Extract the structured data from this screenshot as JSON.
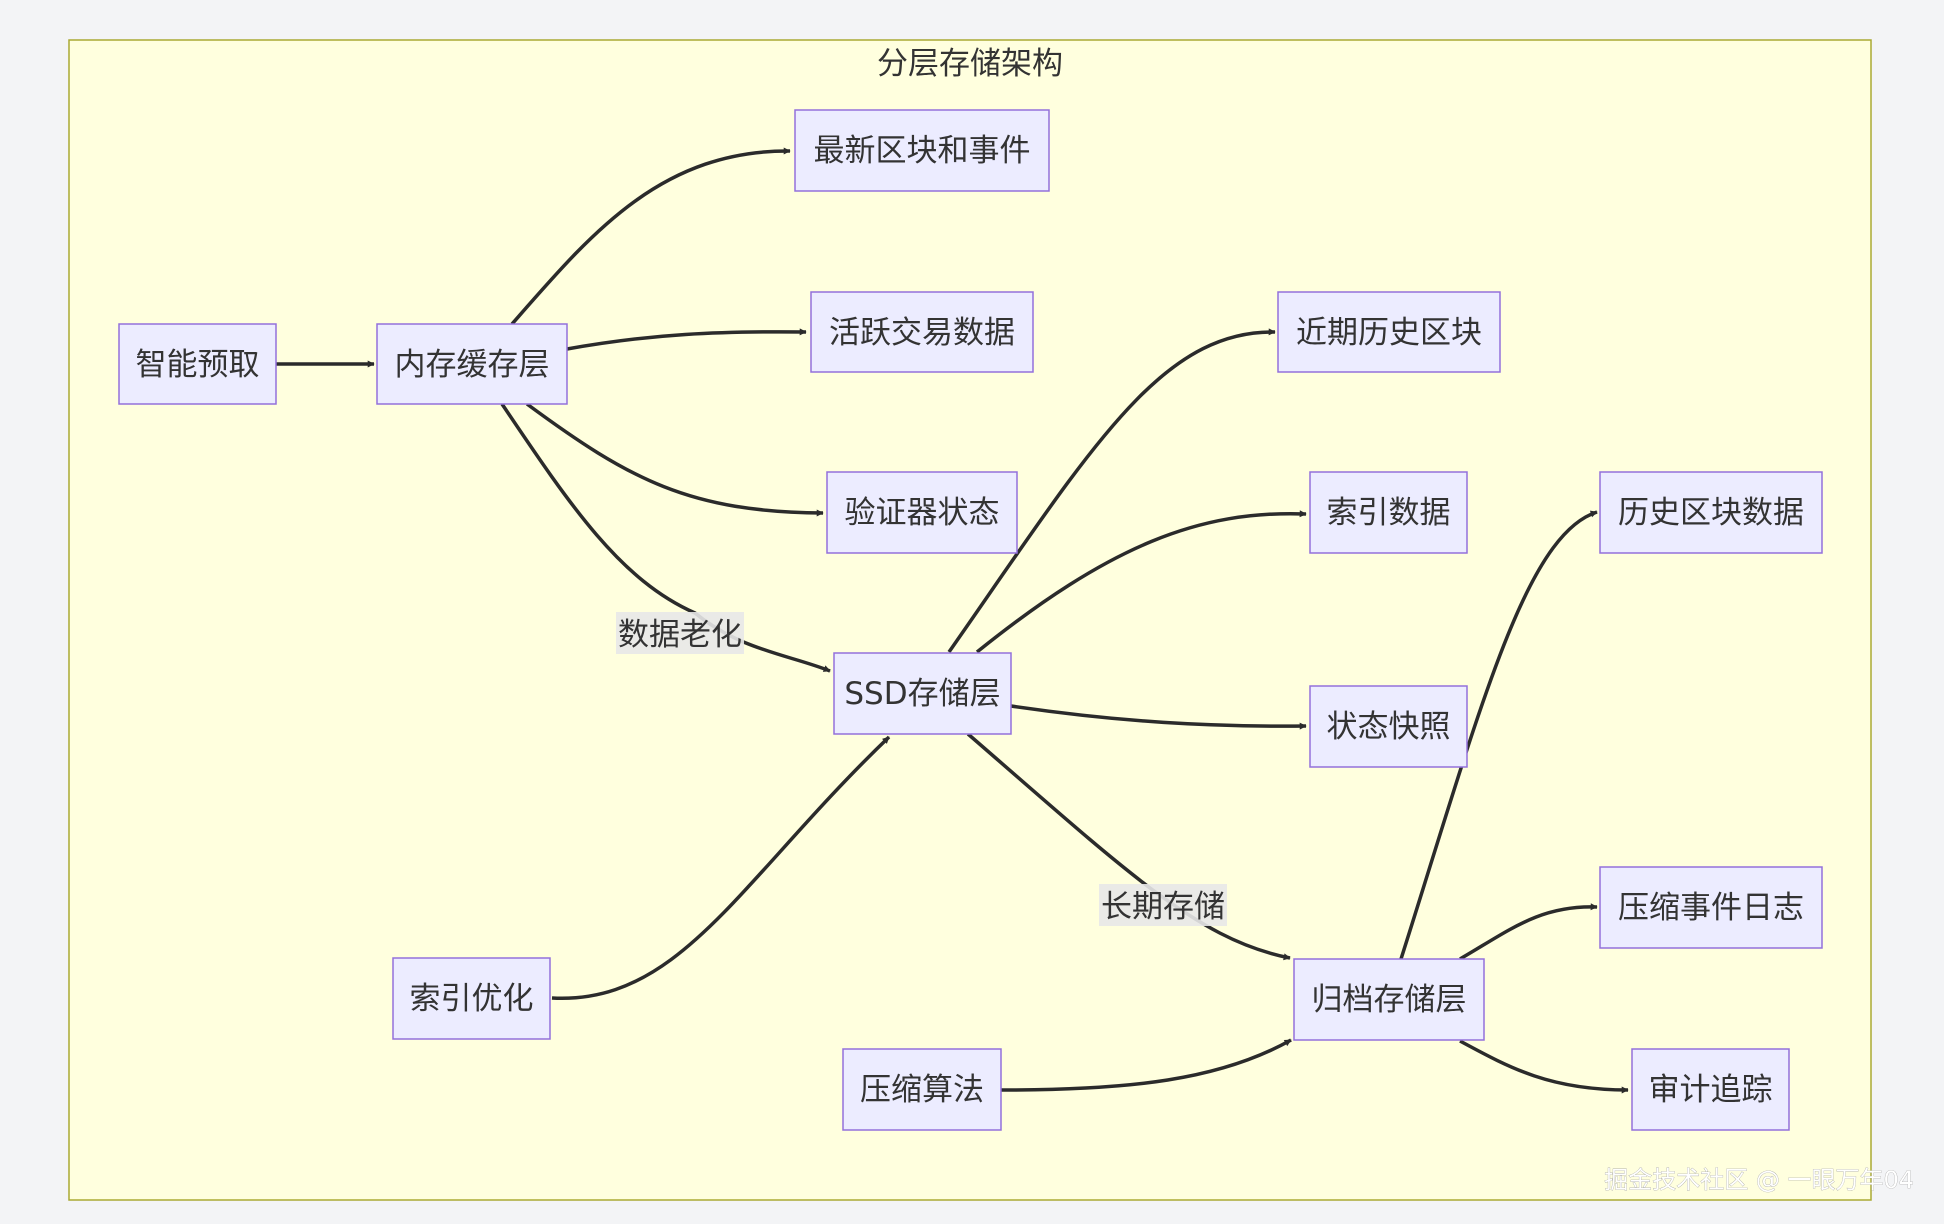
{
  "cluster": {
    "title": "分层存储架构"
  },
  "nodes": {
    "prefetch": "智能预取",
    "memory_cache": "内存缓存层",
    "latest_blocks": "最新区块和事件",
    "active_tx": "活跃交易数据",
    "validator_state": "验证器状态",
    "ssd_layer": "SSD存储层",
    "recent_history": "近期历史区块",
    "index_data": "索引数据",
    "state_snapshot": "状态快照",
    "history_blocks": "历史区块数据",
    "index_opt": "索引优化",
    "archive_layer": "归档存储层",
    "compress_logs": "压缩事件日志",
    "compress_algo": "压缩算法",
    "audit_trail": "审计追踪"
  },
  "edge_labels": {
    "data_aging": "数据老化",
    "long_term": "长期存储"
  },
  "watermark": "掘金技术社区 @ 一眼万年04"
}
